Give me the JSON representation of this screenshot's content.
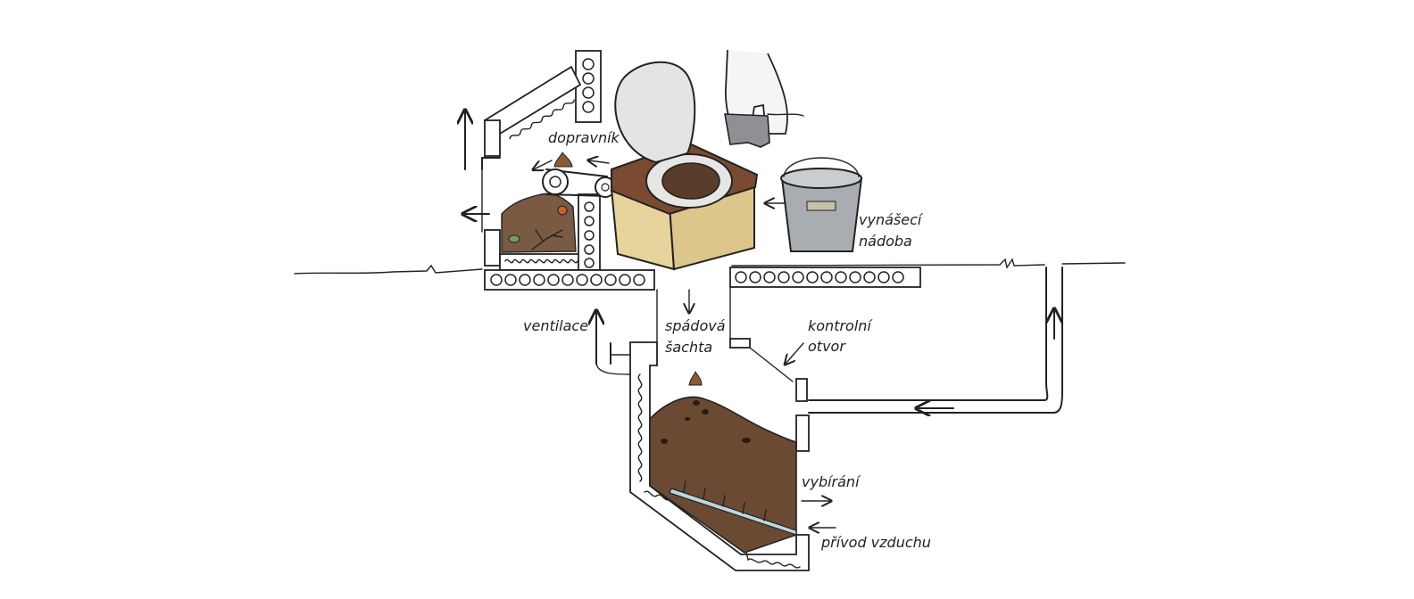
{
  "labels": {
    "conveyor": "dopravník",
    "bucket_line1": "vynášecí",
    "bucket_line2": "nádoba",
    "shaft_line1": "spádová",
    "shaft_line2": "šachta",
    "ventilation": "ventilace",
    "inspection_line1": "kontrolní",
    "inspection_line2": "otvor",
    "removal": "vybírání",
    "air_intake": "přívod vzduchu"
  },
  "colors": {
    "compost": "#6b4a34",
    "compost_dark": "#4a3020",
    "seat_box": "#e7d39c",
    "seat_top": "#7a4a32",
    "lid": "#e4e4e2",
    "bucket": "#a9adb1",
    "ink": "#222222"
  }
}
